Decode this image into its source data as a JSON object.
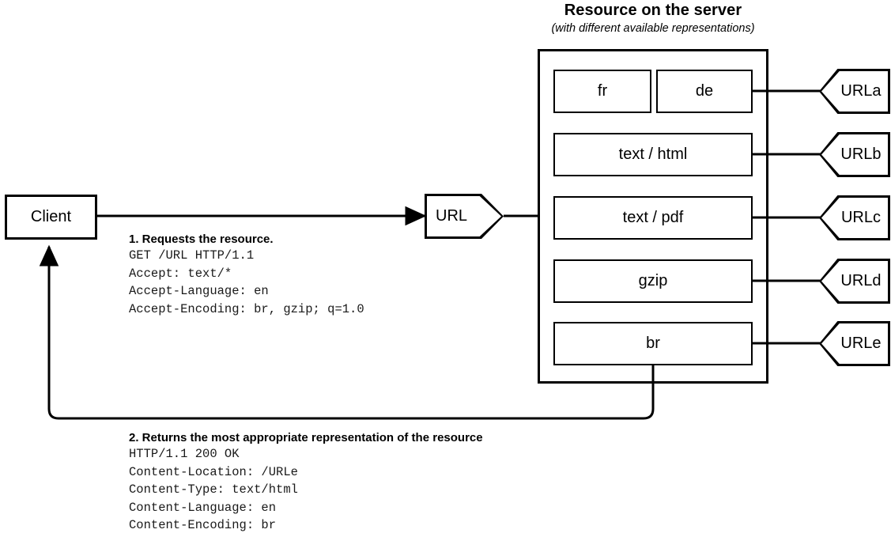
{
  "header": {
    "title": "Resource on the server",
    "subtitle": "(with different available representations)"
  },
  "client": {
    "label": "Client"
  },
  "request_url": {
    "label": "URL"
  },
  "representations": [
    {
      "id": "rep-fr",
      "label": "fr"
    },
    {
      "id": "rep-de",
      "label": "de"
    },
    {
      "id": "rep-text-html",
      "label": "text / html"
    },
    {
      "id": "rep-text-pdf",
      "label": "text / pdf"
    },
    {
      "id": "rep-gzip",
      "label": "gzip"
    },
    {
      "id": "rep-br",
      "label": "br"
    }
  ],
  "urls": [
    {
      "id": "url-a",
      "label": "URLa"
    },
    {
      "id": "url-b",
      "label": "URLb"
    },
    {
      "id": "url-c",
      "label": "URLc"
    },
    {
      "id": "url-d",
      "label": "URLd"
    },
    {
      "id": "url-e",
      "label": "URLe"
    }
  ],
  "request_note": {
    "title": "1. Requests the resource.",
    "lines": [
      "GET /URL HTTP/1.1",
      "Accept: text/*",
      "Accept-Language: en",
      "Accept-Encoding: br, gzip; q=1.0"
    ]
  },
  "response_note": {
    "title": "2. Returns the most appropriate representation of the resource",
    "lines": [
      "HTTP/1.1 200 OK",
      "Content-Location: /URLe",
      "Content-Type: text/html",
      "Content-Language: en",
      "Content-Encoding: br"
    ]
  },
  "colors": {
    "stroke": "#000000",
    "background": "#ffffff",
    "text": "#000000"
  }
}
